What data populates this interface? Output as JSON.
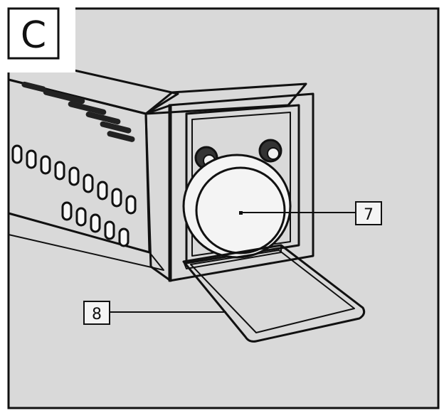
{
  "panel": {
    "letter": "C"
  },
  "callouts": [
    {
      "id": "7",
      "label": "7"
    },
    {
      "id": "8",
      "label": "8"
    }
  ],
  "colors": {
    "background": "#d9d9d9",
    "ink": "#111111",
    "paper": "#ffffff",
    "device_body": "#f4f4f4",
    "device_shadow": "#c8c8c8"
  }
}
